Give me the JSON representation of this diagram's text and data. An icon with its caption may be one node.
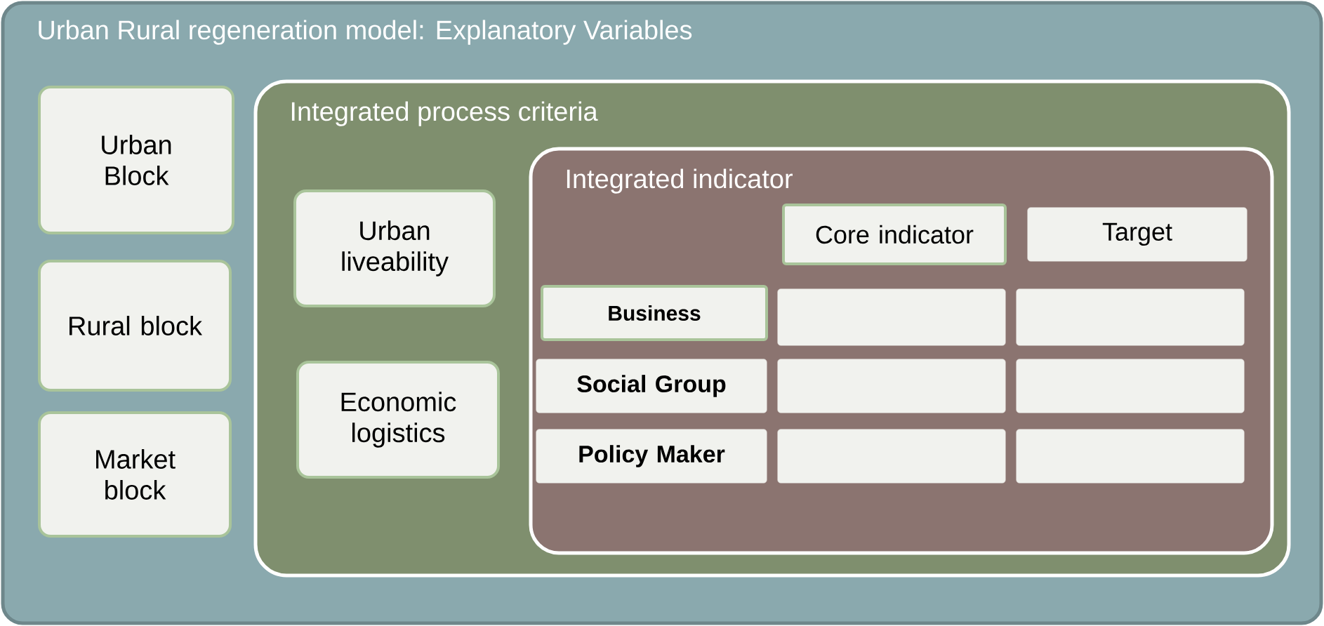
{
  "diagram": {
    "nodes": [
      {
        "text": [
          "Urban Rural regeneration model: Explanatory Variables"
        ]
      },
      {
        "text": [
          "Urban Block"
        ],
        "in": 0
      },
      {
        "text": [
          "Rural block"
        ],
        "in": 0
      },
      {
        "text": [
          "Market block"
        ],
        "in": 0
      },
      {
        "text": [
          "Integrated process criteria"
        ],
        "in": 0
      },
      {
        "text": [
          "Urban liveability"
        ],
        "in": 4
      },
      {
        "text": [
          "Economic logistics"
        ],
        "in": 4
      },
      {
        "text": [
          "Integrated indicator"
        ],
        "in": 4
      },
      {
        "text": [
          "Core indicator"
        ],
        "in": 7
      },
      {
        "text": [
          "Target"
        ],
        "in": 7
      },
      {
        "text": [
          "Business"
        ],
        "in": 7
      },
      {
        "text": [
          "Social Group"
        ],
        "in": 7
      },
      {
        "text": [
          "Policy Maker"
        ],
        "in": 7
      },
      {
        "text": [],
        "shape": "box",
        "in": 7
      },
      {
        "text": [],
        "shape": "box",
        "in": 7
      },
      {
        "text": [],
        "shape": "box",
        "in": 7
      },
      {
        "text": [],
        "shape": "box",
        "in": 7
      },
      {
        "text": [],
        "shape": "box",
        "in": 7
      },
      {
        "text": [],
        "shape": "box",
        "in": 7
      }
    ]
  }
}
